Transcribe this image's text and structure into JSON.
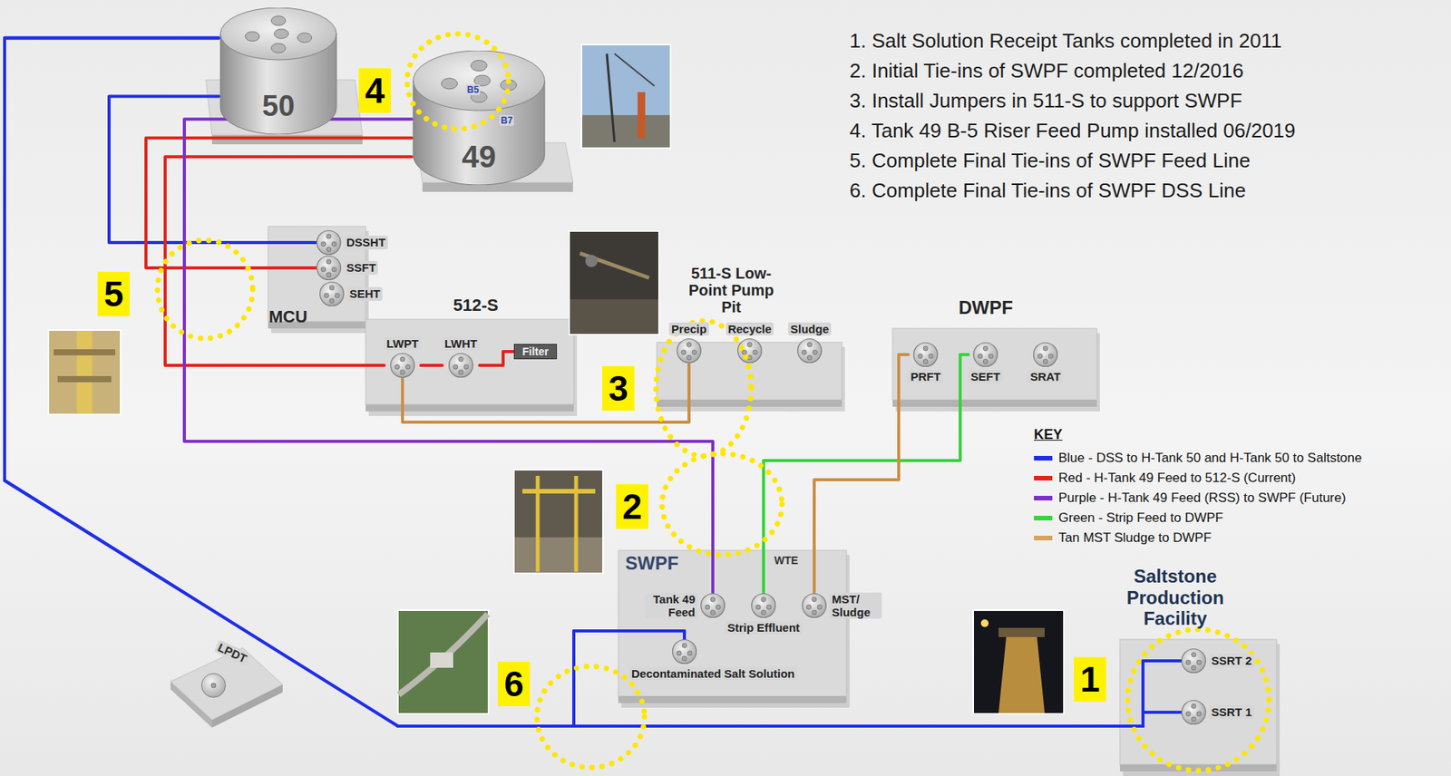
{
  "diagram": {
    "nodes": [
      {
        "text": [
          "50"
        ]
      },
      {
        "text": [
          "49"
        ]
      },
      {
        "text": [
          "MCU"
        ]
      },
      {
        "text": [
          "DSSHT"
        ],
        "in": 2
      },
      {
        "text": [
          "SSFT"
        ],
        "in": 2
      },
      {
        "text": [
          "SEHT"
        ],
        "in": 2
      },
      {
        "text": [
          "512-S"
        ]
      },
      {
        "text": [
          "LWPT"
        ],
        "in": 6
      },
      {
        "text": [
          "LWHT"
        ],
        "in": 6
      },
      {
        "text": [
          "Filter"
        ],
        "in": 6
      },
      {
        "text": [
          "511-S Low-Point Pump Pit"
        ]
      },
      {
        "text": [
          "Precip"
        ],
        "in": 10
      },
      {
        "text": [
          "Recycle"
        ],
        "in": 10
      },
      {
        "text": [
          "Sludge"
        ],
        "in": 10
      },
      {
        "text": [
          "DWPF"
        ]
      },
      {
        "text": [
          "PRFT"
        ],
        "in": 14
      },
      {
        "text": [
          "SEFT"
        ],
        "in": 14
      },
      {
        "text": [
          "SRAT"
        ],
        "in": 14
      },
      {
        "text": [
          "SWPF"
        ]
      },
      {
        "text": [
          "Tank 49 Feed"
        ],
        "in": 18
      },
      {
        "text": [
          "Strip Effluent"
        ],
        "in": 18
      },
      {
        "text": [
          "MST/ Sludge"
        ],
        "in": 18
      },
      {
        "text": [
          "Decontaminated Salt Solution"
        ],
        "in": 18
      },
      {
        "text": [
          "LPDT"
        ]
      },
      {
        "text": [
          "Saltstone Production Facility"
        ]
      },
      {
        "text": [
          "SSRT 2"
        ],
        "in": 24
      },
      {
        "text": [
          "SSRT 1"
        ],
        "in": 24
      }
    ],
    "edges": [
      {
        "from": 3,
        "to": 0,
        "arrow": "none"
      },
      {
        "from": 0,
        "to": 26,
        "arrow": "none"
      },
      {
        "from": 0,
        "to": 25,
        "arrow": "none"
      },
      {
        "from": 22,
        "to": 26,
        "arrow": "none"
      },
      {
        "from": 22,
        "to": 25,
        "arrow": "none"
      },
      {
        "from": 1,
        "to": 4,
        "arrow": "none"
      },
      {
        "from": 1,
        "to": 7,
        "arrow": "none"
      },
      {
        "from": 7,
        "to": 8,
        "arrow": "none"
      },
      {
        "from": 8,
        "to": 9,
        "arrow": "none"
      },
      {
        "from": 1,
        "to": 19,
        "arrow": "none"
      },
      {
        "from": 20,
        "to": 16,
        "arrow": "none"
      },
      {
        "from": 21,
        "to": 15,
        "arrow": "none"
      },
      {
        "from": 7,
        "to": 11,
        "arrow": "none"
      }
    ],
    "labels": [
      "1. Salt Solution Receipt Tanks completed in 2011",
      "2. Initial Tie-ins of SWPF completed 12/2016",
      "3. Install Jumpers in 511-S to support SWPF",
      "4. Tank 49 B-5 Riser Feed Pump installed 06/2019",
      "5. Complete Final Tie-ins of SWPF Feed Line",
      "6. Complete Final Tie-ins of SWPF DSS Line",
      "4",
      "5",
      "3",
      "2",
      "6",
      "1",
      "B5",
      "B7",
      "WTE",
      "KEY"
    ],
    "legend": [
      {
        "text": "Blue - DSS to H-Tank 50 and H-Tank 50 to Saltstone",
        "color": "#1f2fe8"
      },
      {
        "text": "Red - H-Tank 49 Feed to 512-S (Current)",
        "color": "#e2231a"
      },
      {
        "text": "Purple - H-Tank 49 Feed (RSS) to SWPF (Future)",
        "color": "#7d2fc8"
      },
      {
        "text": "Green - Strip Feed to DWPF",
        "color": "#35d43b"
      },
      {
        "text": "Tan MST Sludge to DWPF",
        "color": "#d6a25c"
      }
    ]
  }
}
